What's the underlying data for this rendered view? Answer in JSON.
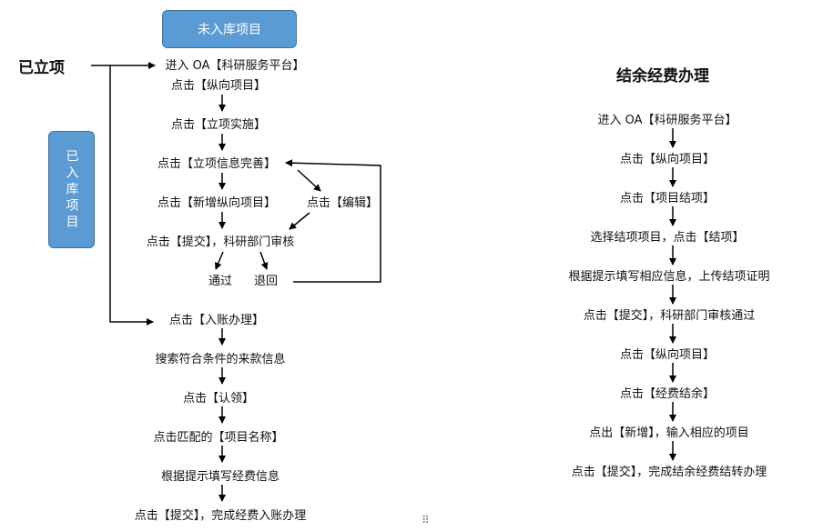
{
  "left": {
    "top_label": "未入库项目",
    "side_label": "已入库项目",
    "heading": "已立项",
    "steps": [
      "进入 OA【科研服务平台】",
      "点击【纵向项目】",
      "点击【立项实施】",
      "点击【立项信息完善】",
      "点击【新增纵向项目】",
      "点击【编辑】",
      "点击【提交】，科研部门审核",
      "通过",
      "退回",
      "点击【入账办理】",
      "搜索符合条件的来款信息",
      "点击【认领】",
      "点击匹配的【项目名称】",
      "根据提示填写经费信息",
      "点击【提交】，完成经费入账办理"
    ]
  },
  "right": {
    "title": "结余经费办理",
    "steps": [
      "进入 OA【科研服务平台】",
      "点击【纵向项目】",
      "点击【项目结项】",
      "选择结项项目，点击【结项】",
      "根据提示填写相应信息，上传结项证明",
      "点击【提交】，科研部门审核通过",
      "点击【纵向项目】",
      "点击【经费结余】",
      "点出【新增】，输入相应的项目",
      "点击【提交】，完成结余经费结转办理"
    ]
  }
}
